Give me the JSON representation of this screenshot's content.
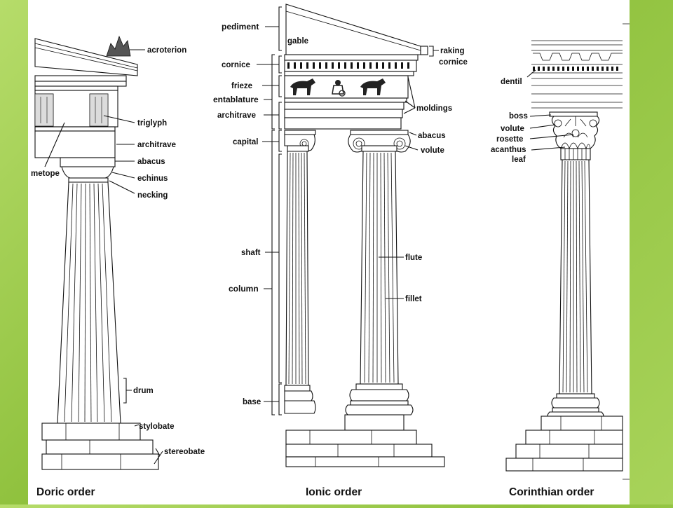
{
  "doric": {
    "caption": "Doric order",
    "labels": {
      "acroterion": "acroterion",
      "triglyph": "triglyph",
      "architrave": "architrave",
      "metope": "metope",
      "abacus": "abacus",
      "echinus": "echinus",
      "necking": "necking",
      "drum": "drum",
      "stylobate": "stylobate",
      "stereobate": "stereobate"
    }
  },
  "ionic": {
    "caption": "Ionic order",
    "labels": {
      "pediment": "pediment",
      "gable": "gable",
      "raking_cornice_1": "raking",
      "raking_cornice_2": "cornice",
      "cornice": "cornice",
      "frieze": "frieze",
      "entablature": "entablature",
      "architrave": "architrave",
      "moldings": "moldings",
      "capital": "capital",
      "abacus": "abacus",
      "volute": "volute",
      "shaft": "shaft",
      "column": "column",
      "flute": "flute",
      "fillet": "fillet",
      "base": "base"
    }
  },
  "corinthian": {
    "caption": "Corinthian order",
    "labels": {
      "dentil": "dentil",
      "boss": "boss",
      "volute": "volute",
      "rosette": "rosette",
      "acanthus_1": "acanthus",
      "acanthus_2": "leaf"
    }
  }
}
